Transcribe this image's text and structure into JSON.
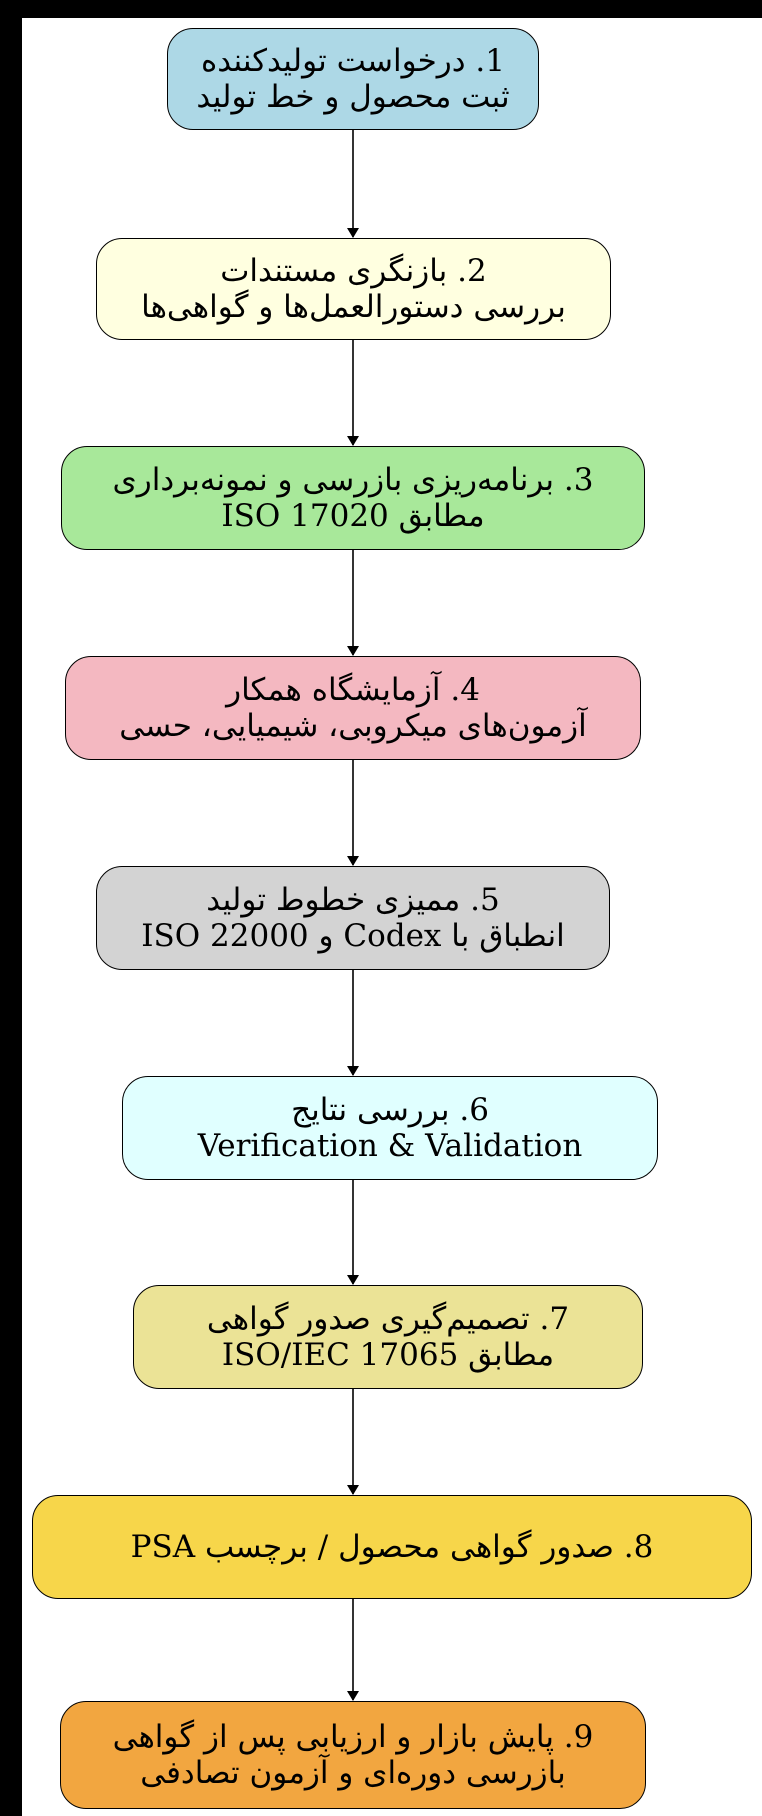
{
  "diagram": {
    "nodes": [
      {
        "id": "n1",
        "line1": "1. درخواست تولیدکننده",
        "line2": "ثبت محصول و خط تولید",
        "fill": "#add8e6"
      },
      {
        "id": "n2",
        "line1": "2. بازنگری مستندات",
        "line2": "بررسی دستورالعمل‌ها و گواهی‌ها",
        "fill": "#ffffe0"
      },
      {
        "id": "n3",
        "line1": "3. برنامه‌ریزی بازرسی و نمونه‌برداری",
        "line2": "مطابق ISO 17020",
        "fill": "#a8e89a"
      },
      {
        "id": "n4",
        "line1": "4. آزمایشگاه همکار",
        "line2": "آزمون‌های میکروبی، شیمیایی، حسی",
        "fill": "#f4b8c1"
      },
      {
        "id": "n5",
        "line1": "5. ممیزی خطوط تولید",
        "line2": "انطباق با Codex و ISO 22000",
        "fill": "#d3d3d3"
      },
      {
        "id": "n6",
        "line1": "6. بررسی نتایج",
        "line2": "Verification & Validation",
        "fill": "#e0ffff"
      },
      {
        "id": "n7",
        "line1": "7. تصمیم‌گیری صدور گواهی",
        "line2": "مطابق ISO/IEC 17065",
        "fill": "#ebe396"
      },
      {
        "id": "n8",
        "line1": "8. صدور گواهی محصول / برچسب PSA",
        "line2": "",
        "fill": "#f7d64a"
      },
      {
        "id": "n9",
        "line1": "9. پایش بازار و ارزیابی پس از گواهی",
        "line2": "بازرسی دوره‌ای و آزمون تصادفی",
        "fill": "#f2a640"
      }
    ]
  }
}
